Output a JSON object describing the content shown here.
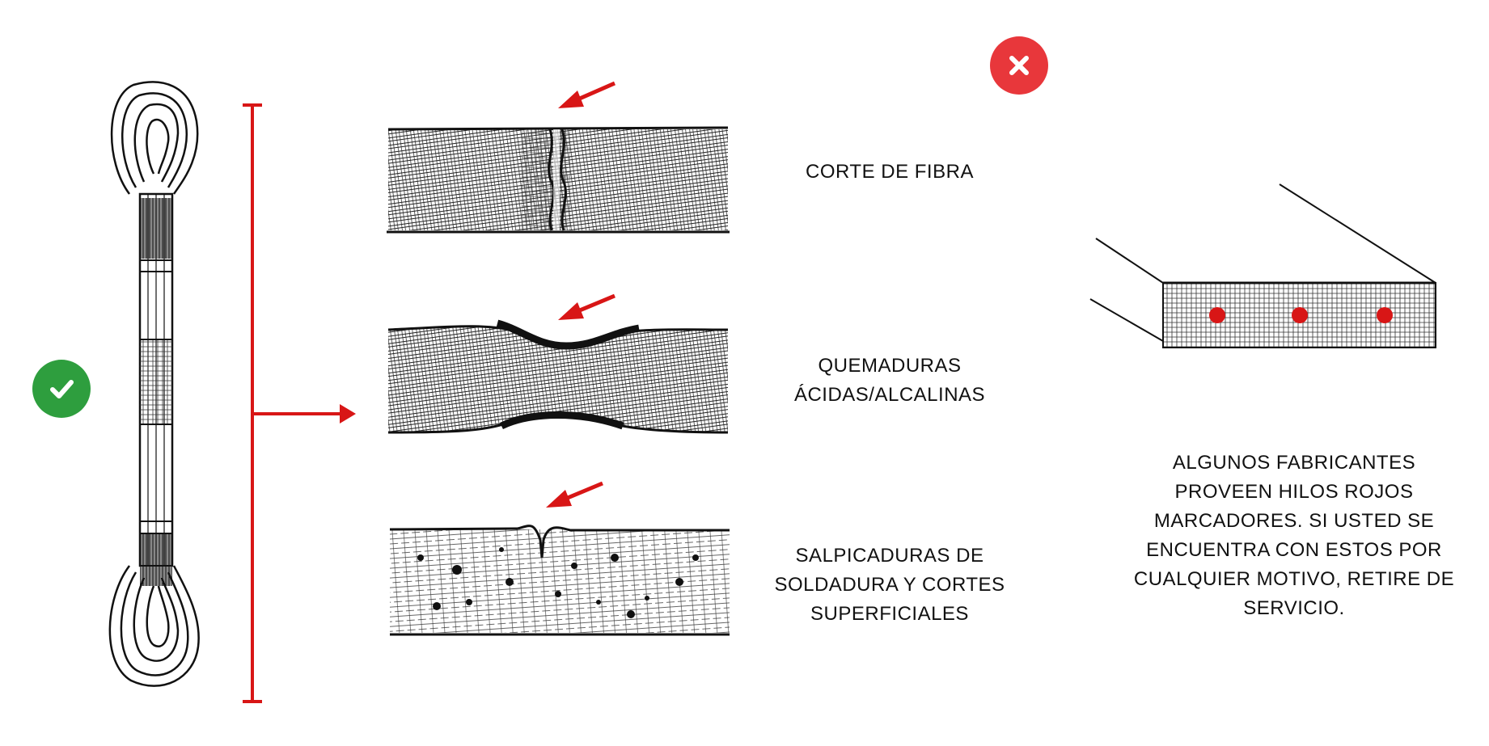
{
  "colors": {
    "ok": "#2e9e3e",
    "bad": "#e8373b",
    "marker": "#d81616",
    "ink": "#111111"
  },
  "icons": {
    "ok_badge": "check-circle-icon",
    "bad_badge": "x-circle-icon"
  },
  "damages": [
    {
      "lines": [
        "CORTE DE FIBRA"
      ]
    },
    {
      "lines": [
        "QUEMADURAS",
        "ÁCIDAS/ALCALINAS"
      ]
    },
    {
      "lines": [
        "SALPICADURAS DE",
        "SOLDADURA Y CORTES",
        "SUPERFICIALES"
      ]
    }
  ],
  "note": {
    "lines": [
      "ALGUNOS FABRICANTES",
      "PROVEEN HILOS ROJOS",
      "MARCADORES. SI USTED SE",
      "ENCUENTRA CON ESTOS POR",
      "CUALQUIER MOTIVO, RETIRE DE",
      "SERVICIO."
    ]
  }
}
